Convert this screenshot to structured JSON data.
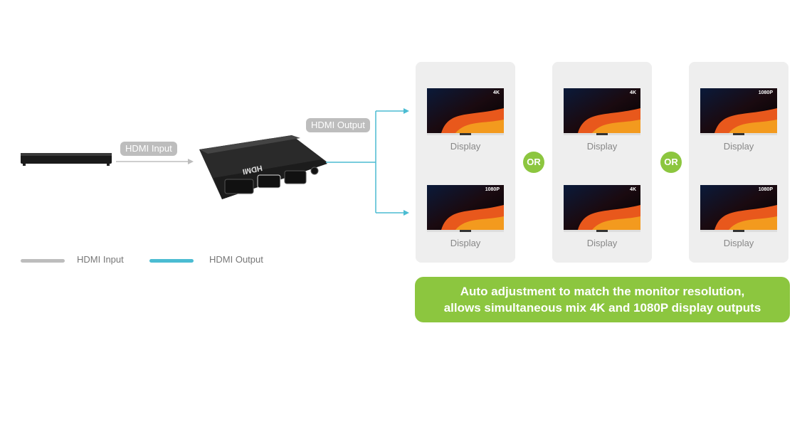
{
  "labels": {
    "hdmi_input": "HDMI Input",
    "hdmi_output": "HDMI Output"
  },
  "legend": [
    {
      "label": "HDMI Input",
      "color": "#bdbdbd"
    },
    {
      "label": "HDMI Output",
      "color": "#4bbcd2"
    }
  ],
  "panels": [
    {
      "displays": [
        {
          "label": "Display",
          "resolution": "4K"
        },
        {
          "label": "Display",
          "resolution": "1080P"
        }
      ]
    },
    {
      "displays": [
        {
          "label": "Display",
          "resolution": "4K"
        },
        {
          "label": "Display",
          "resolution": "4K"
        }
      ]
    },
    {
      "displays": [
        {
          "label": "Display",
          "resolution": "1080P"
        },
        {
          "label": "Display",
          "resolution": "1080P"
        }
      ]
    }
  ],
  "or_label": "OR",
  "banner": {
    "line1": "Auto adjustment to match the monitor resolution,",
    "line2": "allows simultaneous mix 4K and 1080P display outputs"
  },
  "colors": {
    "accent_green": "#8cc63f",
    "output_line": "#4bbcd2",
    "input_line": "#bdbdbd"
  }
}
